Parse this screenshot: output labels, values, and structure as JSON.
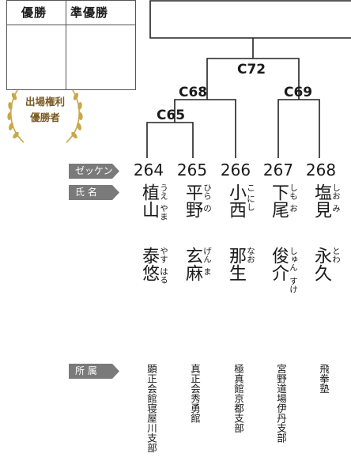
{
  "results_table": {
    "headers": [
      "優勝",
      "準優勝"
    ]
  },
  "badge": {
    "line1": "出場権利",
    "line2": "優勝者"
  },
  "bracket": {
    "matches": [
      "C72",
      "C68",
      "C69",
      "C65"
    ]
  },
  "labels": {
    "zekken": "ゼッケン",
    "name": "氏 名",
    "affiliation": "所 属"
  },
  "competitors": [
    {
      "number": "264",
      "family": "植山",
      "family_ruby1": "うえ",
      "family_ruby2": "やま",
      "given": "泰悠",
      "given_ruby1": "やす",
      "given_ruby2": "はる",
      "dojo": "顕正会館寝屋川支部"
    },
    {
      "number": "265",
      "family": "平野",
      "family_ruby1": "ひら",
      "family_ruby2": "の",
      "given": "玄麻",
      "given_ruby1": "げん",
      "given_ruby2": "ま",
      "dojo": "真正会秀勇館"
    },
    {
      "number": "266",
      "family": "小西",
      "family_ruby1": "こ",
      "family_ruby2": "にし",
      "given": "那生",
      "given_ruby1": "なお",
      "given_ruby2": "",
      "dojo": "極真館京都支部"
    },
    {
      "number": "267",
      "family": "下尾",
      "family_ruby1": "しも",
      "family_ruby2": "お",
      "given": "俊介",
      "given_ruby1": "しゅん",
      "given_ruby2": "すけ",
      "dojo": "宮野道場伊丹支部"
    },
    {
      "number": "268",
      "family": "塩見",
      "family_ruby1": "しお",
      "family_ruby2": "み",
      "given": "永久",
      "given_ruby1": "とわ",
      "given_ruby2": "",
      "dojo": "飛拳塾"
    }
  ]
}
